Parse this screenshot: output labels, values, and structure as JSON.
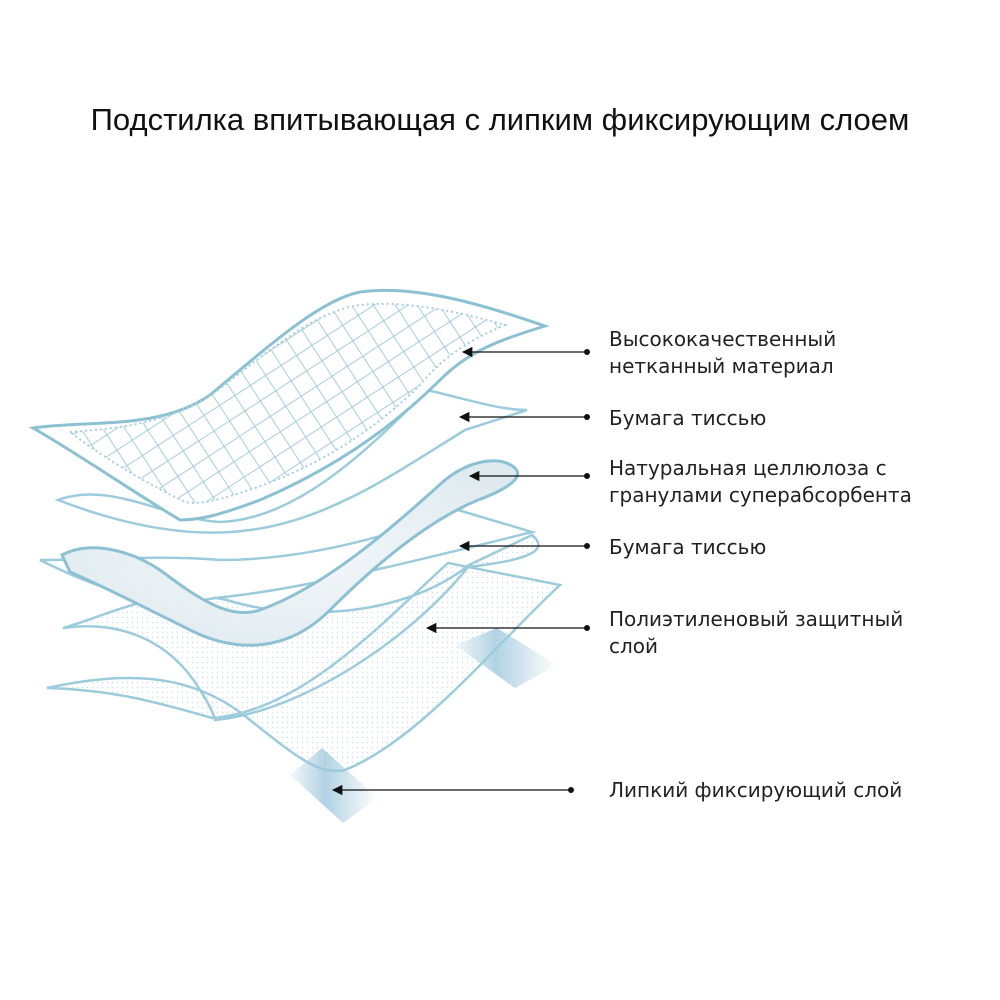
{
  "title": "Подстилка впитывающая с липким фиксирующим слоем",
  "layers": [
    {
      "lines": [
        "Высококачественный",
        "нетканный материал"
      ]
    },
    {
      "lines": [
        "Бумага тиссью"
      ]
    },
    {
      "lines": [
        "Натуральная целлюлоза с",
        "гранулами суперабсорбента"
      ]
    },
    {
      "lines": [
        "Бумага тиссью"
      ]
    },
    {
      "lines": [
        "Полиэтиленовый защитный",
        "слой"
      ]
    },
    {
      "lines": [
        "Липкий фиксирующий слой"
      ]
    }
  ],
  "colors": {
    "outline": "#8cc0d3",
    "outline_dark": "#9ccbdc",
    "pulp_fill": "#e7f1f6",
    "text": "#222222",
    "arrow": "#111111"
  }
}
